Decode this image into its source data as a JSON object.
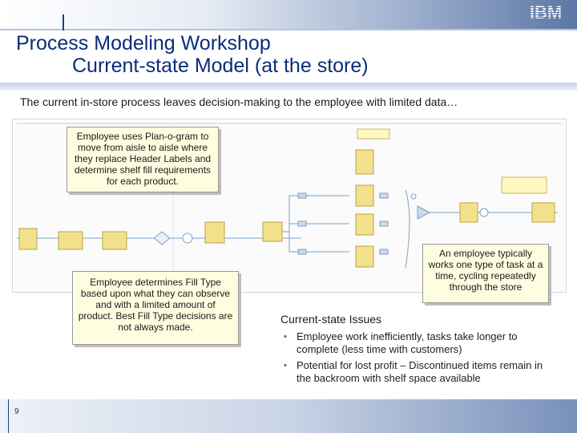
{
  "slide": {
    "title_line1": "Process Modeling Workshop",
    "title_line2": "Current-state Model (at the store)",
    "subtitle": "The current in-store process leaves decision-making to the employee with limited data…",
    "page_number": "9",
    "logo_text": "IBM"
  },
  "callouts": {
    "plan_o_gram": "Employee uses Plan-o-gram to move from aisle to aisle where they replace Header Labels and determine shelf fill requirements for each product.",
    "fill_type": "Employee determines Fill Type based upon what they can observe and with a limited amount of product. Best Fill Type decisions are not always made.",
    "task_cycle": "An employee typically works one type of task at a time, cycling repeatedly through the store"
  },
  "issues": {
    "title": "Current-state Issues",
    "items": [
      "Employee work inefficiently, tasks take longer to complete (less time with customers)",
      "Potential for lost profit – Discontinued items remain in the backroom with shelf space available"
    ]
  },
  "colors": {
    "title": "#0a2d7a",
    "task_box": "#f3e08a",
    "connector": "#7aa0c8",
    "callout_bg": "#fffde0"
  }
}
